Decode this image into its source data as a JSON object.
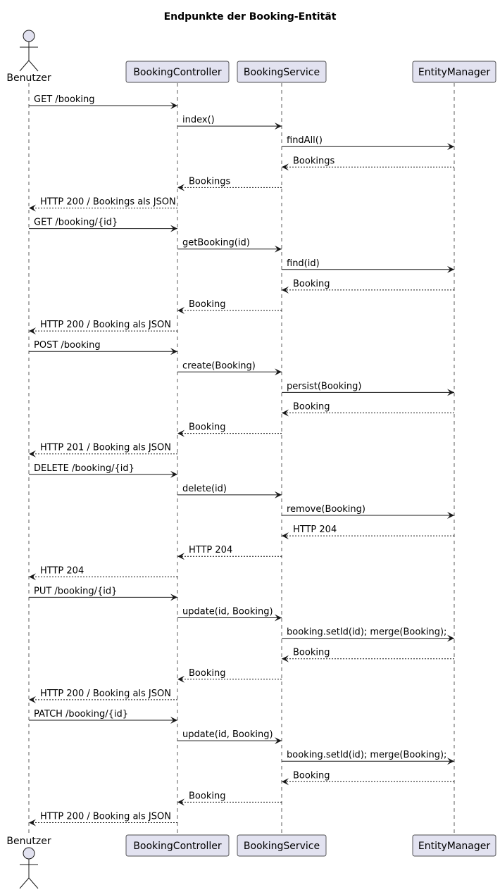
{
  "title": "Endpunkte der Booking-Entität",
  "colors": {
    "participant_fill": "#e2e2f0",
    "participant_border": "#181818",
    "lifeline": "#181818",
    "arrow": "#181818",
    "actor_fill": "#e2e2f0"
  },
  "participants": [
    {
      "id": "user",
      "label": "Benutzer",
      "kind": "actor"
    },
    {
      "id": "controller",
      "label": "BookingController",
      "kind": "participant"
    },
    {
      "id": "service",
      "label": "BookingService",
      "kind": "participant"
    },
    {
      "id": "em",
      "label": "EntityManager",
      "kind": "participant"
    }
  ],
  "messages": [
    {
      "from": "user",
      "to": "controller",
      "label": "GET /booking",
      "type": "call"
    },
    {
      "from": "controller",
      "to": "service",
      "label": "index()",
      "type": "call"
    },
    {
      "from": "service",
      "to": "em",
      "label": "findAll()",
      "type": "call"
    },
    {
      "from": "em",
      "to": "service",
      "label": "Bookings",
      "type": "return"
    },
    {
      "from": "service",
      "to": "controller",
      "label": "Bookings",
      "type": "return"
    },
    {
      "from": "controller",
      "to": "user",
      "label": "HTTP 200 / Bookings als JSON",
      "type": "return"
    },
    {
      "from": "user",
      "to": "controller",
      "label": "GET /booking/{id}",
      "type": "call"
    },
    {
      "from": "controller",
      "to": "service",
      "label": "getBooking(id)",
      "type": "call"
    },
    {
      "from": "service",
      "to": "em",
      "label": "find(id)",
      "type": "call"
    },
    {
      "from": "em",
      "to": "service",
      "label": "Booking",
      "type": "return"
    },
    {
      "from": "service",
      "to": "controller",
      "label": "Booking",
      "type": "return"
    },
    {
      "from": "controller",
      "to": "user",
      "label": "HTTP 200 / Booking als JSON",
      "type": "return"
    },
    {
      "from": "user",
      "to": "controller",
      "label": "POST /booking",
      "type": "call"
    },
    {
      "from": "controller",
      "to": "service",
      "label": "create(Booking)",
      "type": "call"
    },
    {
      "from": "service",
      "to": "em",
      "label": "persist(Booking)",
      "type": "call"
    },
    {
      "from": "em",
      "to": "service",
      "label": "Booking",
      "type": "return"
    },
    {
      "from": "service",
      "to": "controller",
      "label": "Booking",
      "type": "return"
    },
    {
      "from": "controller",
      "to": "user",
      "label": "HTTP 201 / Booking als JSON",
      "type": "return"
    },
    {
      "from": "user",
      "to": "controller",
      "label": "DELETE /booking/{id}",
      "type": "call"
    },
    {
      "from": "controller",
      "to": "service",
      "label": "delete(id)",
      "type": "call"
    },
    {
      "from": "service",
      "to": "em",
      "label": "remove(Booking)",
      "type": "call"
    },
    {
      "from": "em",
      "to": "service",
      "label": "HTTP 204",
      "type": "return"
    },
    {
      "from": "service",
      "to": "controller",
      "label": "HTTP 204",
      "type": "return"
    },
    {
      "from": "controller",
      "to": "user",
      "label": "HTTP 204",
      "type": "return"
    },
    {
      "from": "user",
      "to": "controller",
      "label": "PUT /booking/{id}",
      "type": "call"
    },
    {
      "from": "controller",
      "to": "service",
      "label": "update(id, Booking)",
      "type": "call"
    },
    {
      "from": "service",
      "to": "em",
      "label": "booking.setId(id); merge(Booking);",
      "type": "call"
    },
    {
      "from": "em",
      "to": "service",
      "label": "Booking",
      "type": "return"
    },
    {
      "from": "service",
      "to": "controller",
      "label": "Booking",
      "type": "return"
    },
    {
      "from": "controller",
      "to": "user",
      "label": "HTTP 200 / Booking als JSON",
      "type": "return"
    },
    {
      "from": "user",
      "to": "controller",
      "label": "PATCH /booking/{id}",
      "type": "call"
    },
    {
      "from": "controller",
      "to": "service",
      "label": "update(id, Booking)",
      "type": "call"
    },
    {
      "from": "service",
      "to": "em",
      "label": "booking.setId(id); merge(Booking);",
      "type": "call"
    },
    {
      "from": "em",
      "to": "service",
      "label": "Booking",
      "type": "return"
    },
    {
      "from": "service",
      "to": "controller",
      "label": "Booking",
      "type": "return"
    },
    {
      "from": "controller",
      "to": "user",
      "label": "HTTP 200 / Booking als JSON",
      "type": "return"
    }
  ]
}
